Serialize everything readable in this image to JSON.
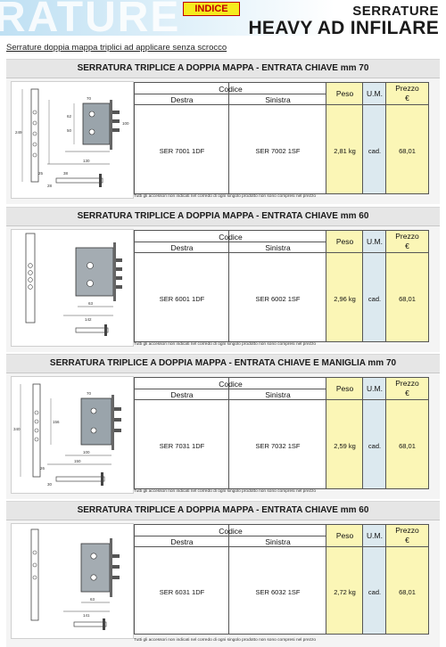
{
  "header": {
    "watermark": "RATURE",
    "index_button": "INDICE",
    "title_small": "SERRATURE",
    "title_big": "HEAVY AD INFILARE"
  },
  "subtitle": "Serrature doppia mappa triplici ad applicare senza scrocco",
  "table_headers": {
    "codice": "Codice",
    "destra": "Destra",
    "sinistra": "Sinistra",
    "peso": "Peso",
    "um": "U.M.",
    "prezzo": "Prezzo",
    "currency": "€"
  },
  "note": "Tutti gli accessori non indicati nel corredo di ogni singolo prodotto non sono compresi nel prezzo",
  "sections": [
    {
      "title": "SERRATURA TRIPLICE A DOPPIA MAPPA - ENTRATA CHIAVE mm 70",
      "destra": "SER 7001 1DF",
      "sinistra": "SER 7002 1SF",
      "peso": "2,81 kg",
      "um": "cad.",
      "prezzo": "68,01",
      "dims": [
        "249",
        "70",
        "62",
        "50",
        "100",
        "130",
        "25",
        "28",
        "38"
      ]
    },
    {
      "title": "SERRATURA TRIPLICE A DOPPIA MAPPA - ENTRATA CHIAVE mm 60",
      "destra": "SER 6001 1DF",
      "sinistra": "SER 6002 1SF",
      "peso": "2,96 kg",
      "um": "cad.",
      "prezzo": "68,01",
      "dims": [
        "63",
        "142"
      ]
    },
    {
      "title": "SERRATURA TRIPLICE A DOPPIA MAPPA - ENTRATA CHIAVE E MANIGLIA mm 70",
      "destra": "SER 7031 1DF",
      "sinistra": "SER 7032 1SF",
      "peso": "2,59 kg",
      "um": "cad.",
      "prezzo": "68,01",
      "dims": [
        "340",
        "156",
        "70",
        "100",
        "150",
        "26",
        "30"
      ]
    },
    {
      "title": "SERRATURA TRIPLICE A DOPPIA MAPPA - ENTRATA CHIAVE mm 60",
      "destra": "SER 6031 1DF",
      "sinistra": "SER 6032 1SF",
      "peso": "2,72 kg",
      "um": "cad.",
      "prezzo": "68,01",
      "dims": [
        "63",
        "141"
      ]
    }
  ]
}
